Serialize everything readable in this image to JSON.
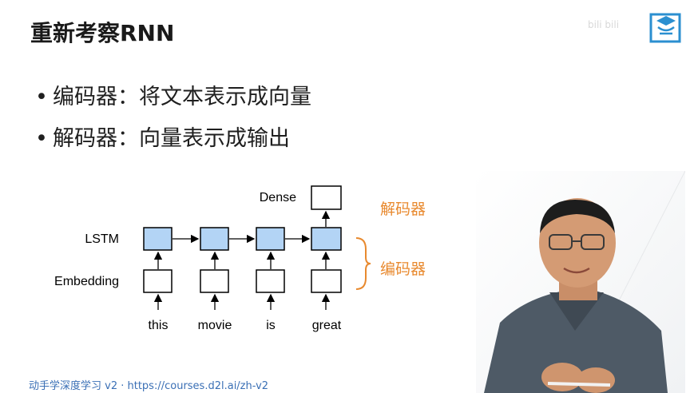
{
  "slide": {
    "title": "重新考察RNN",
    "watermark": "bili bili",
    "bullets": [
      "编码器：将文本表示成向量",
      "解码器：向量表示成输出"
    ]
  },
  "diagram": {
    "row_labels": {
      "dense": "Dense",
      "lstm": "LSTM",
      "embedding": "Embedding"
    },
    "words": [
      "this",
      "movie",
      "is",
      "great"
    ],
    "brace_labels": {
      "decoder": "解码器",
      "encoder": "编码器"
    },
    "colors": {
      "lstm_fill": "#b3d4f5",
      "accent": "#e8892e"
    }
  },
  "footer": {
    "prefix": "动手学深度学习 v2 · ",
    "link": "https://courses.d2l.ai/zh-v2"
  }
}
